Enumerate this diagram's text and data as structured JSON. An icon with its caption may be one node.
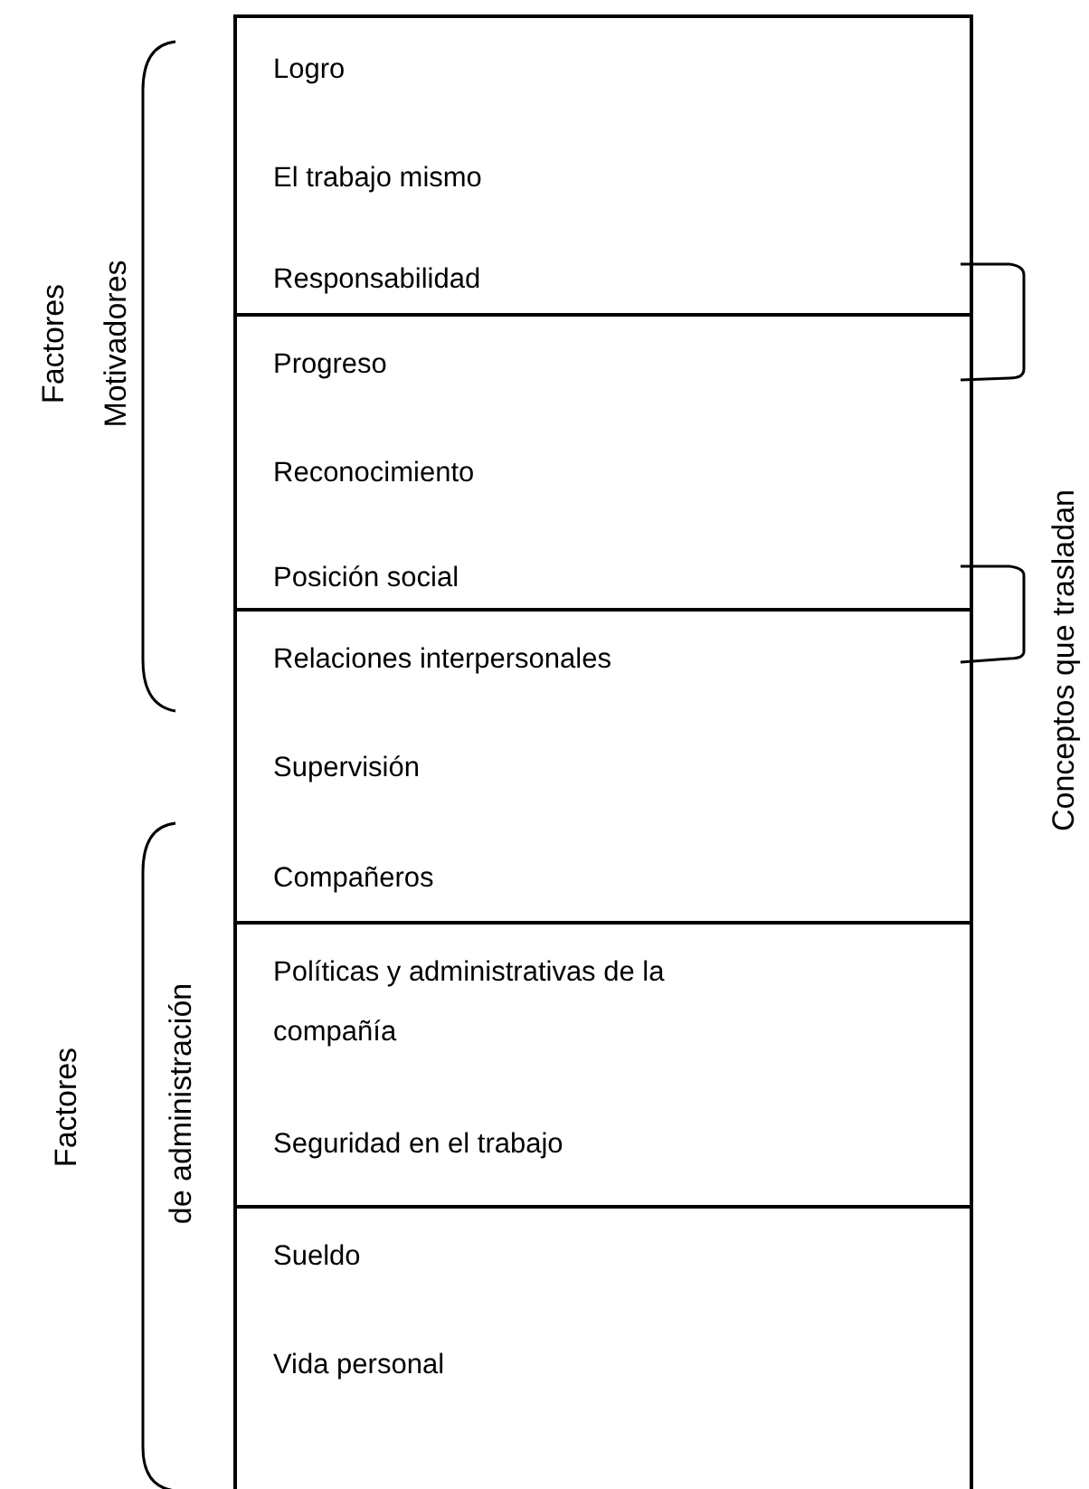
{
  "diagram": {
    "nodes": [
      {
        "text": [
          "Logro",
          "El trabajo mismo",
          "Responsabilidad"
        ]
      },
      {
        "text": [
          "Progreso",
          "Reconocimiento",
          "Posición social"
        ]
      },
      {
        "text": [
          "Relaciones interpersonales",
          "Supervisión",
          "Compañeros"
        ]
      },
      {
        "text": [
          "Políticas y administrativas  de la compañía",
          "Seguridad en el trabajo"
        ]
      },
      {
        "text": [
          "Sueldo",
          "Vida personal"
        ]
      }
    ],
    "edges": [],
    "labels": [
      "Factores",
      "Motivadores",
      "Conceptos que trasladan",
      "Factores",
      "de administración"
    ]
  }
}
